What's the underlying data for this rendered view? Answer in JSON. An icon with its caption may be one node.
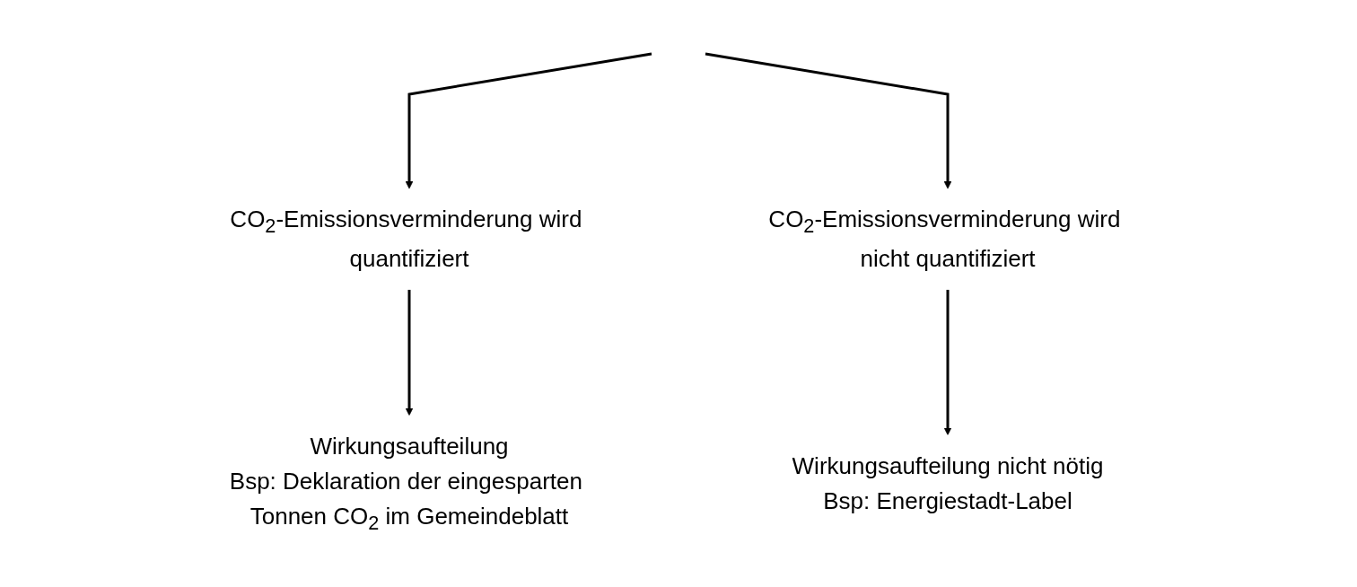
{
  "diagram": {
    "nodes": [
      {
        "text": [
          "CO$_{2}$-Emissionsverminderung wird quantifiziert"
        ]
      },
      {
        "text": [
          "CO$_{2}$-Emissionsverminderung wird nicht quantifiziert"
        ]
      },
      {
        "text": [
          "Wirkungsaufteilung",
          "Bsp: Deklaration der eingesparten Tonnen CO$_{2}$ im Gemeindeblatt"
        ]
      },
      {
        "text": [
          "Wirkungsaufteilung nicht nötig",
          "Bsp: Energiestadt-Label"
        ]
      }
    ],
    "edges": [
      {
        "from": null,
        "to": 0,
        "arrow": "to"
      },
      {
        "from": null,
        "to": 1,
        "arrow": "to"
      },
      {
        "from": 0,
        "to": 2,
        "arrow": "to"
      },
      {
        "from": 1,
        "to": 3,
        "arrow": "to"
      }
    ]
  }
}
